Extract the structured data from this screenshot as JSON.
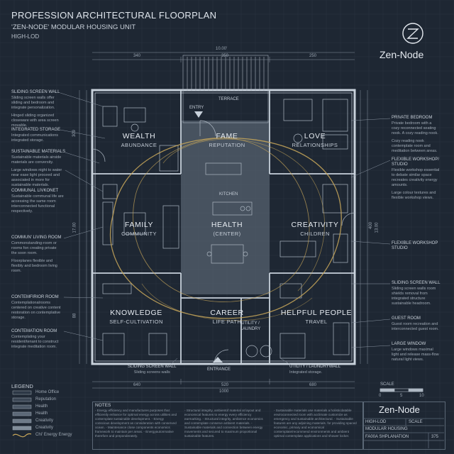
{
  "header": {
    "title": "PROFESSION ARCHITECTURAL FLOORPLAN",
    "subtitle": "'ZEN-NODE' MODULAR HOUSING UNIT",
    "lod": "HIGH-LOD",
    "brand": "Zen-Node"
  },
  "dimensions": {
    "top_overall": "10.00'",
    "top": [
      "340",
      "350",
      "250"
    ],
    "bottom": [
      "640",
      "520",
      "680"
    ],
    "bottom_overall": "1000",
    "left": [
      "309",
      "17.00",
      "88"
    ],
    "right": [
      "400",
      "13.00"
    ]
  },
  "zones": {
    "wealth": {
      "name": "WEALTH",
      "sub": "ABUNDANCE"
    },
    "fame": {
      "name": "FAME",
      "sub": "REPUTATION"
    },
    "love": {
      "name": "LOVE",
      "sub": "RELATIONSHIPS"
    },
    "family": {
      "name": "FAMILY",
      "sub": "COMMUNITY"
    },
    "health": {
      "name": "HEALTH",
      "sub": "(CENTER)"
    },
    "creativity": {
      "name": "CREATIVITY",
      "sub": "CHILDREN"
    },
    "knowledge": {
      "name": "KNOWLEDGE",
      "sub": "SELF-CULTIVATION"
    },
    "career": {
      "name": "CAREER",
      "sub": "LIFE PATH"
    },
    "helpful": {
      "name": "HELPFUL PEOPLE",
      "sub": "TRAVEL"
    }
  },
  "plan_labels": {
    "terrace": "TERRACE",
    "entry": "ENTRY",
    "kitchen": "KITCHEN",
    "utility": "UTILITY / LAUNDRY",
    "entrance": "ENTRANCE"
  },
  "left_notes": [
    {
      "title": "SLIDING SCREEN WALL",
      "lines": [
        "Sliding screen walls offer",
        "sliding and bedroom and",
        "integrate personalization.",
        "",
        "Hinged sliding organized",
        "closeware with area screen",
        "movable."
      ]
    },
    {
      "title": "INTEGRATED STORAGE",
      "lines": [
        "Integrated communications",
        "integrated storage."
      ]
    },
    {
      "title": "SUSTAINABLE MATERIALS",
      "lines": [
        "Sustainable materials airside",
        "materials are conversity.",
        "",
        "Large windows night to water",
        "near ease light proceed and",
        "associated in more for",
        "sustainable materials."
      ]
    },
    {
      "title": "COMMUNAL LIVKONET",
      "lines": [
        "Sustainable communal life are",
        "accessing the same room",
        "interconnected functional",
        "respectively."
      ]
    },
    {
      "title": "COMMUN' LIVING ROOM",
      "lines": [
        "Commonstanding-room or",
        "rooms fon creating private",
        "the soon room.",
        "",
        "Floorplanes flexible and",
        "flexibly and bedroom living",
        "room."
      ]
    },
    {
      "title": "CONTEMFIRIOR ROOM",
      "lines": [
        "Contemplationalrooms",
        "centered on creative content",
        "restoration on contemplative",
        "storage."
      ]
    },
    {
      "title": "CONTEMATION ROOM",
      "lines": [
        "Contemplating your",
        "resident/tenant to construct",
        "integrate meditation room."
      ]
    }
  ],
  "right_notes": [
    {
      "title": "PRIVATE BEDROOM",
      "lines": [
        "Private bedroom with a",
        "cozy reconnected seating",
        "nook. A cozy reading nook.",
        "",
        "Cozy reading nook",
        "contemplate room and",
        "meditation between areas."
      ]
    },
    {
      "title": "FLEXIBLE WORKSHOP/ STUDIO",
      "lines": [
        "Flexible workshop essential",
        "to debate similar space",
        "recreates creativity energy",
        "amounts.",
        "",
        "Large colour textures and",
        "flexible workshop views."
      ]
    },
    {
      "title": "FLEXIBLE WORKSHOP STUDIO",
      "lines": []
    },
    {
      "title": "SLIDING SCREEN WALL",
      "lines": [
        "Sliding screen walls room",
        "shields removal from",
        "integrated structure",
        "sustainable headroom."
      ]
    },
    {
      "title": "GUEST ROOM",
      "lines": [
        "Guest room recreation and",
        "interconnected guest room."
      ]
    },
    {
      "title": "LARGE WINDOW",
      "lines": [
        "Large windows maximal",
        "light and release mass-flow",
        "natural light views."
      ]
    }
  ],
  "bottom_callouts": {
    "left": {
      "title": "SLIDING SCREEN WALL",
      "desc": "Sliding screens walls"
    },
    "right": {
      "title": "UTILITY / LAUNDRYWALL",
      "desc": "Integrated storage."
    }
  },
  "legend": {
    "title": "LEGEND",
    "items": [
      "Home Office",
      "Reputation",
      "Health",
      "Health",
      "Creativity",
      "Creativity",
      "Chi' Energy Energy"
    ]
  },
  "notes": {
    "title": "NOTES",
    "col1": "- Energy efficiency and manufactures purposes that efficiently enhance for optimal energy across utilities and contemplate sustainable development. - Energy conscious development as consideration with conserved ocean. - Maintenance close components economics framework to maintain per areas. - Energyautonmative therefore and preponderately.",
    "col2": "- Structural integrity, ambientof material at layout and economical features to energy every efficiency earmarking. - Structural integrity, ambience economics and contemplate conserve ambient materials. - Sustainable materials and connection between energy movements and secured to maximum proportional sustainable features.",
    "col3": "- Sustainable materials use materials a holisticdatable enviroconnected room with acclimate customize as emergency and sustainable architectural. - Sustainable features are any adjoining materials. for providing spaced economic, primary and economical contemplate/recommend environments and ambient optimal contemplate applications and shower locker."
  },
  "scale": {
    "label": "SCALE",
    "ticks": [
      "0",
      "5",
      "10"
    ]
  },
  "title_block": {
    "brand": "Zen-Node",
    "lod": "HIGH-LOD",
    "scale": "SCALE",
    "housing": "MODULAR HOUSING",
    "sheet": "FA00A SHPLANATION",
    "number": "375"
  },
  "colors": {
    "background": "#1e2733",
    "line": "#c8d1db",
    "center_zone": "#55616f",
    "chi_gold": "#c9a85a"
  }
}
